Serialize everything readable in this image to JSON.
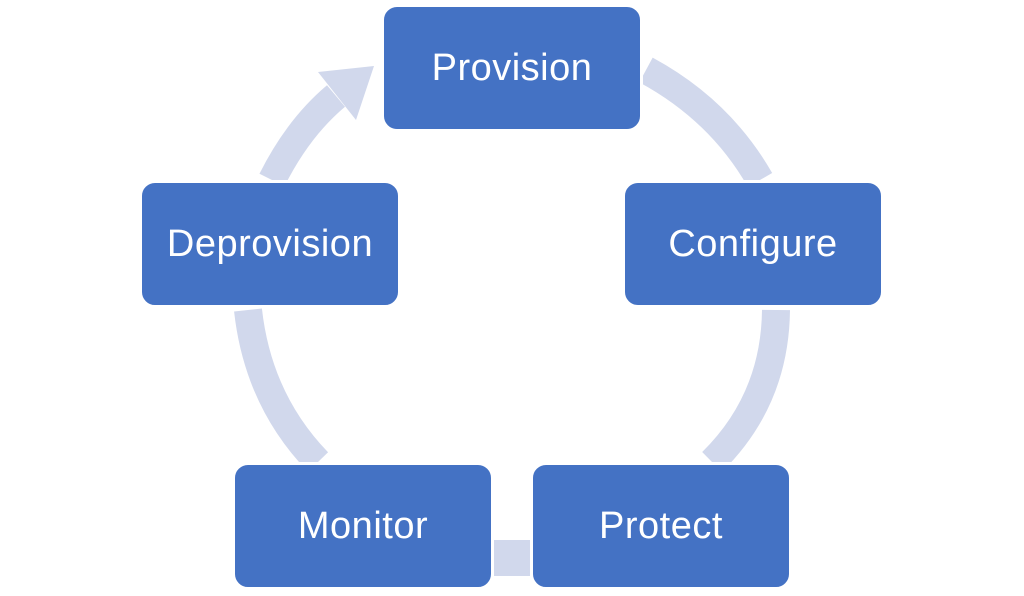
{
  "diagram": {
    "type": "cycle",
    "accent_color": "#4472c4",
    "arrow_color": "#d1d8ec",
    "nodes": [
      {
        "id": "provision",
        "label": "Provision"
      },
      {
        "id": "configure",
        "label": "Configure"
      },
      {
        "id": "protect",
        "label": "Protect"
      },
      {
        "id": "monitor",
        "label": "Monitor"
      },
      {
        "id": "deprovision",
        "label": "Deprovision"
      }
    ],
    "edges": [
      {
        "from": "provision",
        "to": "configure"
      },
      {
        "from": "configure",
        "to": "protect"
      },
      {
        "from": "protect",
        "to": "monitor"
      },
      {
        "from": "monitor",
        "to": "deprovision"
      },
      {
        "from": "deprovision",
        "to": "provision"
      }
    ]
  }
}
